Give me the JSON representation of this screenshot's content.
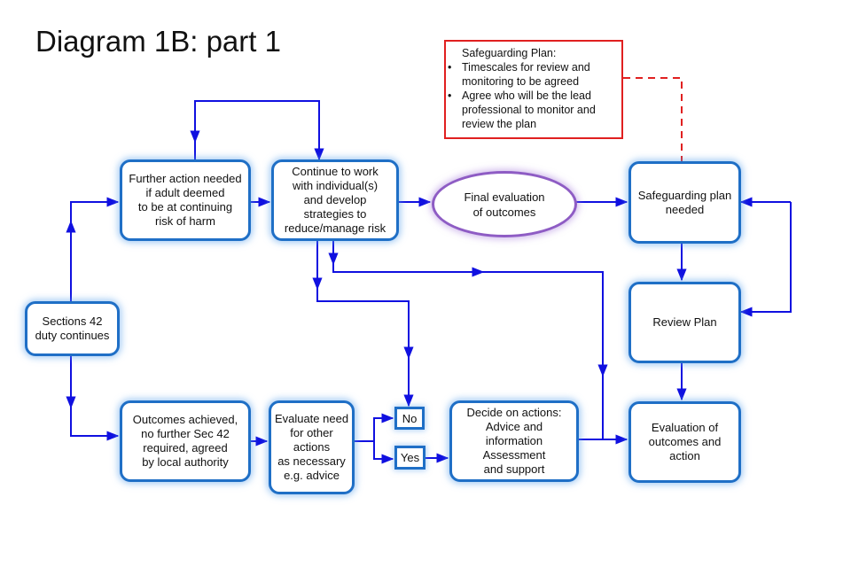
{
  "title": "Diagram 1B: part 1",
  "colors": {
    "flow": "#1010e0",
    "box_border": "#1f6fc6",
    "oval_border": "#8e5cc4",
    "note_border": "#e02020"
  },
  "note": {
    "heading": "Safeguarding Plan:",
    "items": [
      "Timescales for review and monitoring to be agreed",
      "Agree who will be the lead professional to monitor and review the plan"
    ]
  },
  "nodes": {
    "sections42": "Sections 42\nduty continues",
    "further_action": "Further action needed\nif adult deemed\nto be at continuing\nrisk of harm",
    "continue_work": "Continue to work\nwith individual(s)\nand develop\nstrategies to\nreduce/manage risk",
    "final_eval": "Final evaluation\nof outcomes",
    "safeguarding_plan": "Safeguarding plan\nneeded",
    "review_plan": "Review Plan",
    "outcomes_achieved": "Outcomes achieved,\nno further Sec 42\nrequired, agreed\nby local authority",
    "evaluate_need": "Evaluate need\nfor other\nactions\nas necessary\ne.g. advice",
    "no": "No",
    "yes": "Yes",
    "decide_actions": "Decide on actions:\nAdvice and\ninformation\nAssessment\nand support",
    "evaluation_outcomes": "Evaluation of\noutcomes and\naction"
  }
}
